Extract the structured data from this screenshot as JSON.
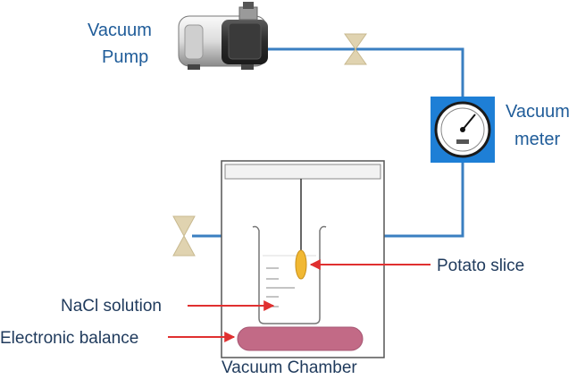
{
  "labels": {
    "pump_line1": "Vacuum",
    "pump_line2": "Pump",
    "meter_line1": "Vacuum",
    "meter_line2": "meter",
    "potato": "Potato slice",
    "nacl": "NaCl solution",
    "balance": "Electronic balance",
    "chamber": "Vacuum Chamber"
  },
  "colors": {
    "pipe": "#3a7fc1",
    "valve": "#e0d3b0",
    "meter_box": "#1e7fd6",
    "arrow": "#e03030",
    "balance": "#c26a86",
    "potato": "#f1b833"
  },
  "icons": [
    "vacuum-pump-icon",
    "valve-icon",
    "pressure-gauge-icon",
    "beaker-icon"
  ]
}
